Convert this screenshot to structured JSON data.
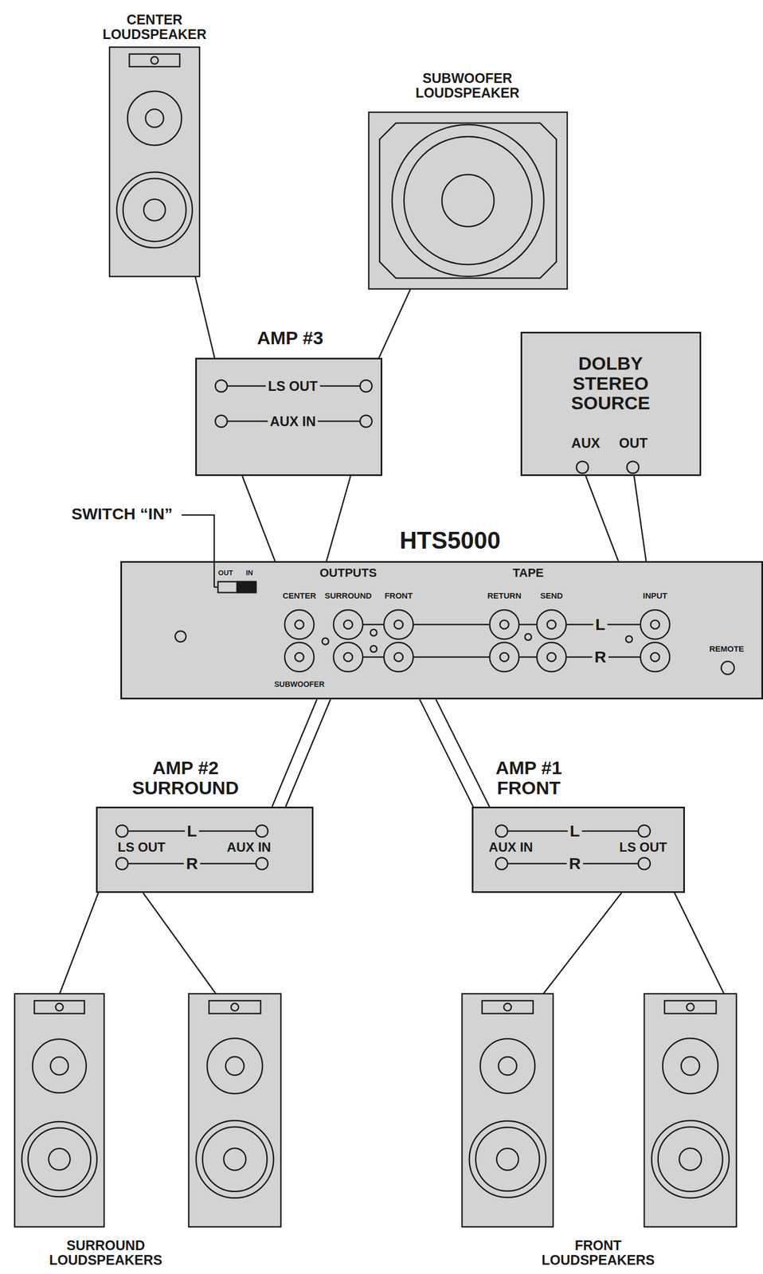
{
  "diagram": {
    "nodes": [
      {
        "text": [
          "CENTER LOUDSPEAKER"
        ]
      },
      {
        "text": [
          "SUBWOOFER LOUDSPEAKER"
        ]
      },
      {
        "text": [
          "AMP #3",
          "LS OUT",
          "AUX IN"
        ]
      },
      {
        "text": [
          "DOLBY STEREO SOURCE",
          "AUX",
          "OUT"
        ]
      },
      {
        "text": [
          "HTS5000",
          "OUTPUTS",
          "TAPE",
          "OUT",
          "IN",
          "CENTER",
          "SURROUND",
          "FRONT",
          "RETURN",
          "SEND",
          "INPUT",
          "L",
          "R",
          "SUBWOOFER",
          "REMOTE"
        ]
      },
      {
        "text": [
          "AMP #2 SURROUND",
          "L",
          "LS OUT",
          "AUX IN",
          "R"
        ]
      },
      {
        "text": [
          "AMP #1 FRONT",
          "L",
          "AUX IN",
          "LS OUT",
          "R"
        ]
      },
      {
        "text": [
          "SURROUND LOUDSPEAKERS"
        ]
      },
      {
        "text": [
          "FRONT LOUDSPEAKERS"
        ]
      }
    ],
    "edges": [
      {
        "from": 2,
        "to": 0,
        "arrow": "none"
      },
      {
        "from": 2,
        "to": 1,
        "arrow": "none"
      },
      {
        "from": 4,
        "to": 2,
        "arrow": "none"
      },
      {
        "from": 4,
        "to": 2,
        "arrow": "none"
      },
      {
        "from": 3,
        "to": 4,
        "arrow": "none"
      },
      {
        "from": 3,
        "to": 4,
        "arrow": "none"
      },
      {
        "from": 4,
        "to": 5,
        "arrow": "none"
      },
      {
        "from": 4,
        "to": 5,
        "arrow": "none"
      },
      {
        "from": 4,
        "to": 6,
        "arrow": "none"
      },
      {
        "from": 4,
        "to": 6,
        "arrow": "none"
      },
      {
        "from": 5,
        "to": 7,
        "arrow": "none"
      },
      {
        "from": 5,
        "to": 7,
        "arrow": "none"
      },
      {
        "from": 6,
        "to": 8,
        "arrow": "none"
      },
      {
        "from": 6,
        "to": 8,
        "arrow": "none"
      }
    ],
    "labels": [
      "SWITCH “IN”"
    ]
  }
}
